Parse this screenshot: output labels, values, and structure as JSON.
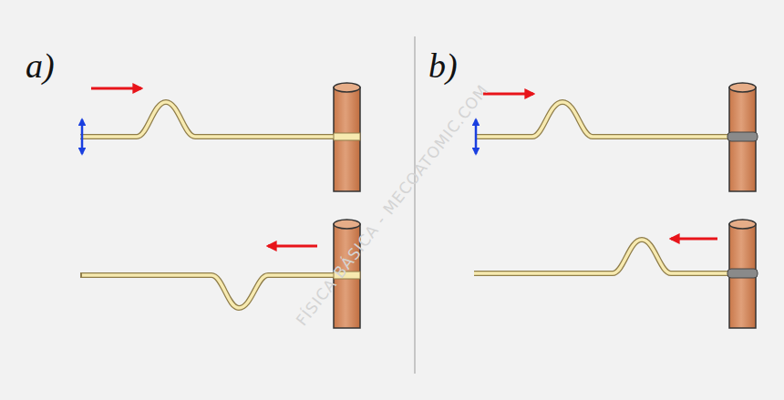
{
  "diagram": {
    "labels": [
      "a)",
      "b)",
      "FÍSICA BÁSICA - MECOATOMIC.COM"
    ]
  }
}
